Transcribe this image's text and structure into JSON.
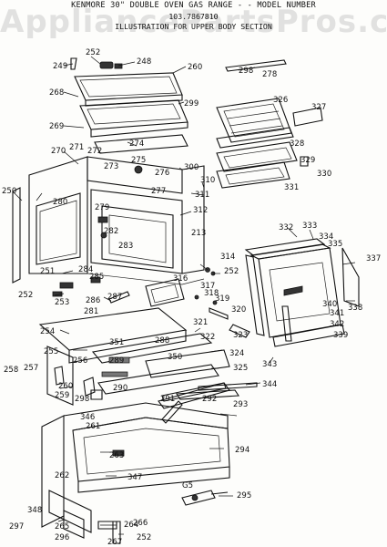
{
  "header": {
    "line1": "KENMORE 30\" DOUBLE OVEN GAS RANGE - - MODEL NUMBER",
    "line2": "103.7867810",
    "line3": "ILLUSTRATION FOR UPPER BODY SECTION"
  },
  "watermark": "AppliancePartsPros.com",
  "figure_code": "G5",
  "callouts": [
    "249",
    "252",
    "248",
    "260",
    "298",
    "278",
    "268",
    "299",
    "326",
    "327",
    "269",
    "274",
    "328",
    "270",
    "271",
    "272",
    "275",
    "300",
    "329",
    "330",
    "273",
    "276",
    "310",
    "331",
    "250",
    "277",
    "311",
    "280",
    "279",
    "312",
    "282",
    "283",
    "213",
    "332",
    "333",
    "334",
    "335",
    "314",
    "337",
    "251",
    "284",
    "252",
    "316",
    "317",
    "318",
    "285",
    "319",
    "252",
    "253",
    "286",
    "287",
    "320",
    "338",
    "340",
    "341",
    "281",
    "321",
    "254",
    "351",
    "288",
    "322",
    "342",
    "339",
    "323",
    "255",
    "350",
    "324",
    "343",
    "256",
    "289",
    "258",
    "257",
    "325",
    "260",
    "259",
    "344",
    "298",
    "290",
    "291",
    "292",
    "293",
    "346",
    "261",
    "262",
    "263",
    "294",
    "347",
    "264",
    "295",
    "348",
    "265",
    "266",
    "296",
    "267",
    "252",
    "297"
  ]
}
